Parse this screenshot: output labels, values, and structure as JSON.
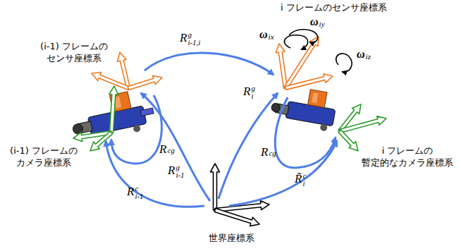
{
  "diagram": {
    "labels": [
      "R",
      "g",
      "i-1,i",
      "R",
      "g",
      "i",
      "R",
      "cg",
      "R",
      "g",
      "i-1",
      "R",
      "c",
      "i-1",
      "R",
      "cg",
      "R̃",
      "c",
      "i",
      "ω",
      "ix",
      "ω",
      "iy",
      "ω",
      "iz",
      "i フレームのセンサ座標系",
      "(i-1) フレームの センサ座標系",
      "(i-1) フレームの カメラ座標系",
      "i フレームの 暫定的なカメラ座標系",
      "世界座標系"
    ]
  }
}
